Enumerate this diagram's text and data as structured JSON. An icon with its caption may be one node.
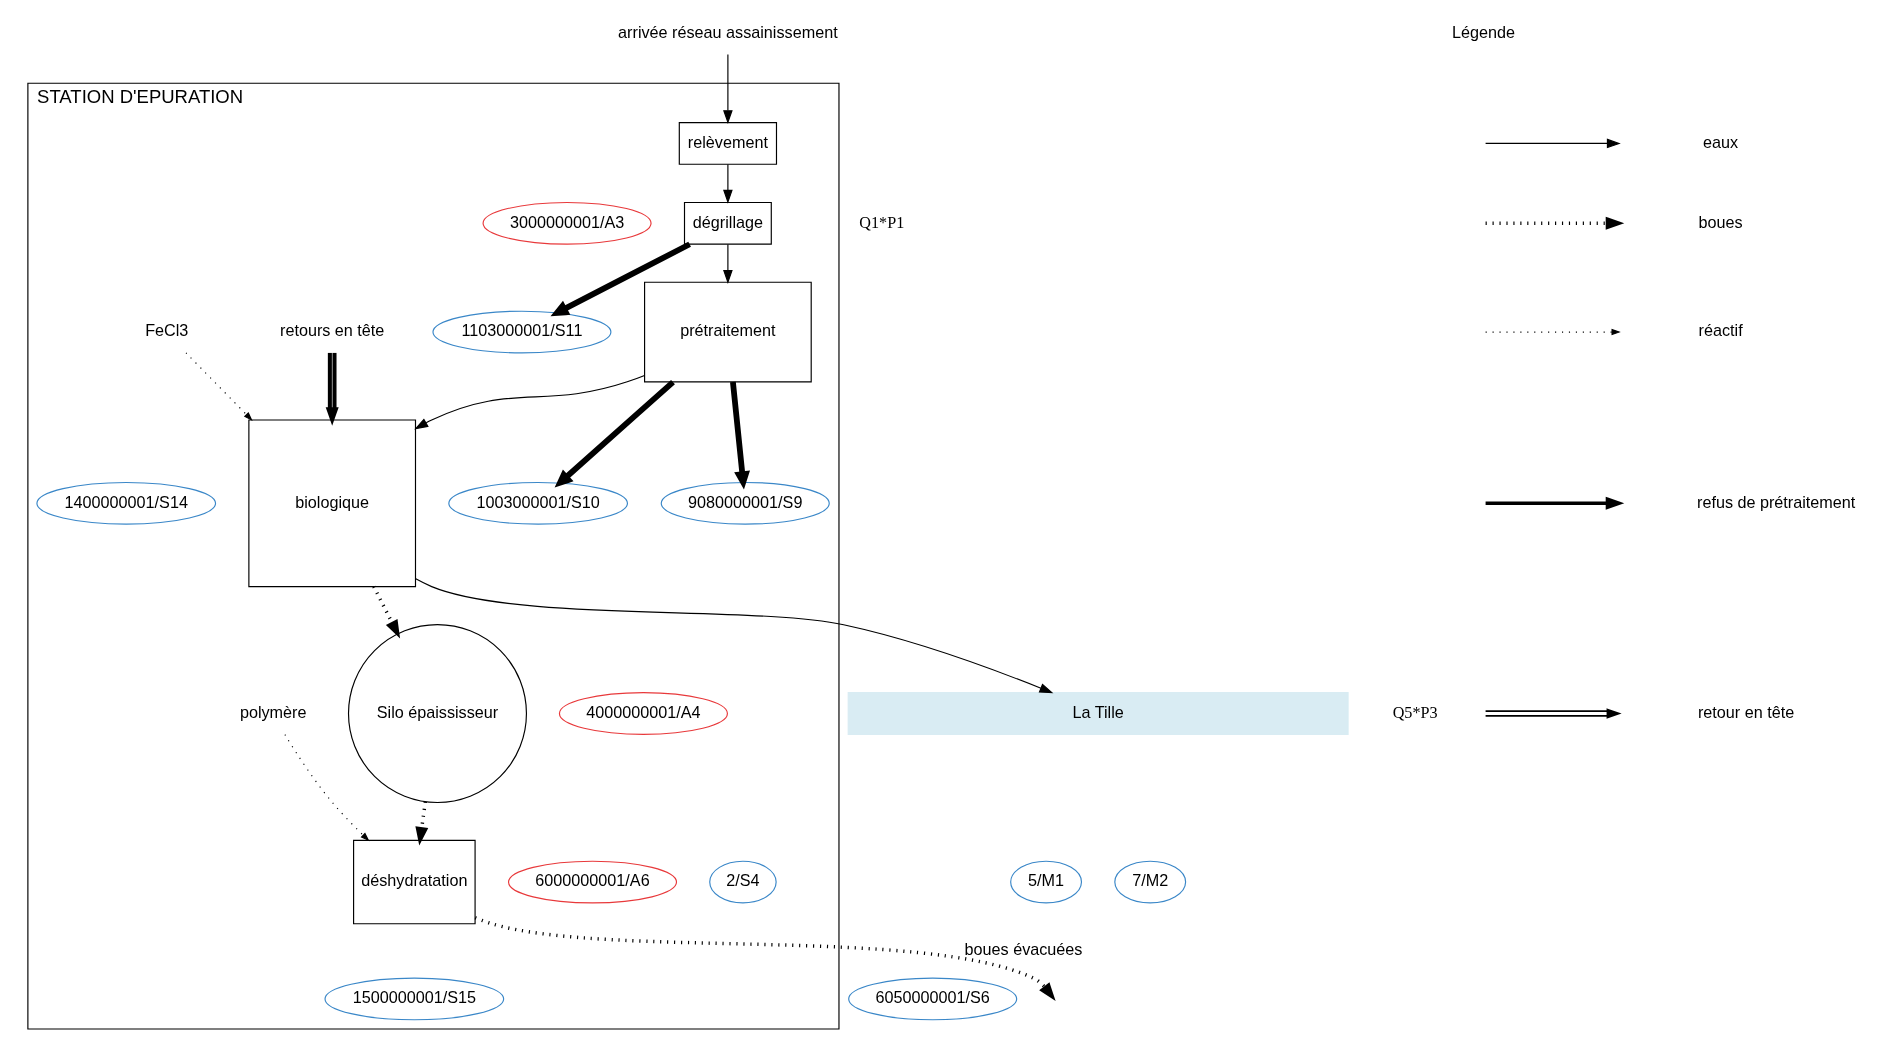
{
  "diagram": {
    "nodes": [
      {
        "text": [
          "STATION D'EPURATION"
        ]
      },
      {
        "text": [
          "arrivée réseau assainissement"
        ]
      },
      {
        "text": [
          "relèvement"
        ],
        "in": 0
      },
      {
        "text": [
          "3000000001/A3"
        ],
        "in": 0
      },
      {
        "text": [
          "dégrillage"
        ],
        "in": 0
      },
      {
        "text": [
          "1103000001/S11"
        ],
        "in": 0
      },
      {
        "text": [
          "1003000001/S10"
        ],
        "in": 0
      },
      {
        "text": [
          "prétraitement"
        ],
        "in": 0
      },
      {
        "text": [
          "9080000001/S9"
        ],
        "in": 0
      },
      {
        "text": [
          "FeCl3"
        ],
        "in": 0
      },
      {
        "text": [
          "1400000001/S14"
        ],
        "in": 0
      },
      {
        "text": [
          "retours en tête"
        ],
        "in": 0
      },
      {
        "text": [
          "biologique"
        ],
        "in": 0
      },
      {
        "text": [
          "2/S4"
        ],
        "in": 0
      },
      {
        "text": [
          "Silo épaississeur"
        ],
        "in": 0
      },
      {
        "text": [
          "déshydratation"
        ],
        "in": 0
      },
      {
        "text": [
          "6050000001/S6"
        ]
      },
      {
        "text": [
          "6000000001/A6"
        ],
        "in": 0
      },
      {
        "text": [
          "4000000001/A4"
        ],
        "in": 0
      },
      {
        "text": [
          "polymère"
        ],
        "in": 0
      },
      {
        "text": [
          "1500000001/S15"
        ],
        "in": 0
      },
      {
        "text": [
          "La Tille"
        ]
      },
      {
        "text": [
          "5/M1"
        ]
      },
      {
        "text": [
          "7/M2"
        ]
      }
    ],
    "edges": [
      {
        "from": 1,
        "to": 2,
        "arrow": "to"
      },
      {
        "from": 2,
        "to": 4,
        "arrow": "to"
      },
      {
        "from": 4,
        "to": 5,
        "arrow": "to",
        "style": "thick"
      },
      {
        "from": 4,
        "to": 7,
        "arrow": "to"
      },
      {
        "from": 7,
        "to": 6,
        "arrow": "to",
        "style": "thick"
      },
      {
        "from": 7,
        "to": 8,
        "arrow": "to",
        "style": "thick"
      },
      {
        "from": 7,
        "to": 12,
        "arrow": "to"
      },
      {
        "from": 11,
        "to": 12,
        "arrow": "to",
        "style": "thick"
      },
      {
        "from": 9,
        "to": 12,
        "arrow": "to",
        "style": "dashed"
      },
      {
        "from": 12,
        "to": 14,
        "arrow": "to",
        "style": "dashed"
      },
      {
        "from": 14,
        "to": 15,
        "arrow": "to",
        "style": "dashed"
      },
      {
        "from": 15,
        "to": null,
        "arrow": "to",
        "style": "dashed",
        "label": "boues évacuées"
      },
      {
        "from": 19,
        "to": 15,
        "arrow": "to",
        "style": "dashed"
      },
      {
        "from": 12,
        "to": 21,
        "arrow": "to"
      }
    ],
    "labels": [
      "Q1*P1",
      "Q5*P3",
      "Légende"
    ],
    "legend": [
      {
        "text": "eaux"
      },
      {
        "text": "boues"
      },
      {
        "text": "réactif"
      },
      {
        "text": "refus de prétraitement"
      },
      {
        "text": "retour en tête"
      }
    ]
  }
}
